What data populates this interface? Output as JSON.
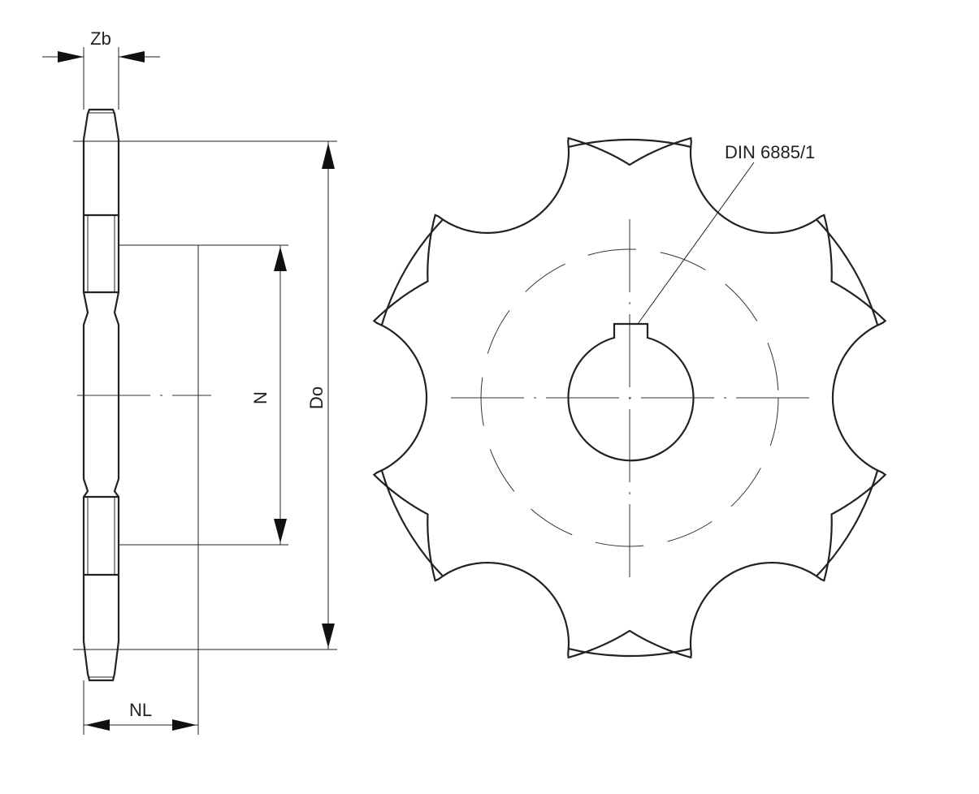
{
  "drawing": {
    "labels": {
      "tooth_width": "Zb",
      "outer_diameter": "Do",
      "hub_diameter": "N",
      "hub_length": "NL",
      "keyway_standard": "DIN 6885/1"
    },
    "sprocket": {
      "teeth": 6
    },
    "colors": {
      "line": "#222222",
      "background": "#ffffff"
    }
  }
}
